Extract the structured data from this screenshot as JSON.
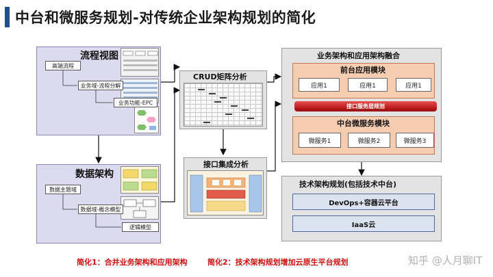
{
  "title": "中台和微服务规划-对传统企业架构规划的简化",
  "process": {
    "title": "流程视图",
    "level1": "高端流程",
    "level2": "业务域-流程分解",
    "level3": "业务功能-EPC"
  },
  "data_arch": {
    "title": "数据架构",
    "level1": "数据主题域",
    "level2": "数据域-概念模型",
    "level3": "逻辑模型"
  },
  "crud": {
    "title": "CRUD矩阵分析"
  },
  "interface": {
    "title": "接口集成分析"
  },
  "business": {
    "title": "业务架构和应用架构融合",
    "front": {
      "title": "前台应用模块",
      "items": [
        "应用1",
        "应用1",
        "应用1"
      ]
    },
    "service_bus": "接口服务层规划",
    "middle": {
      "title": "中台微服务模块",
      "items": [
        "微服务1",
        "微服务2",
        "微服务3"
      ]
    }
  },
  "tech": {
    "title": "技术架构规划(包括技术中台)",
    "devops": "DevOps+容器云平台",
    "iaas": "IaaS云"
  },
  "notes": {
    "note1": "简化1：合并业务架构和应用架构",
    "note2": "简化2：技术架构规划增加云原生平台规划"
  },
  "watermark": "知乎 @人月聊IT"
}
